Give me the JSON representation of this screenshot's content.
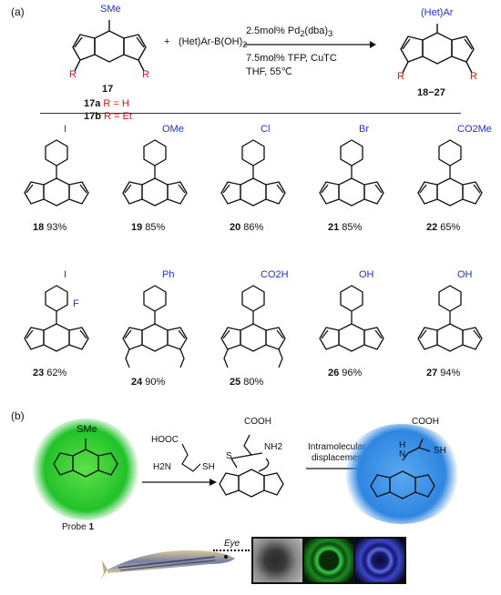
{
  "panel_a": {
    "label": "(a)",
    "start": {
      "substituent": "SMe",
      "r_label": "R",
      "number": "17",
      "variant_a_num": "17a",
      "variant_a_text": " R = H",
      "variant_b_num": "17b",
      "variant_b_text": " R = Et"
    },
    "plus": "+",
    "reagent": "(Het)Ar-B(OH)",
    "reagent_sub": "2",
    "conditions": {
      "line1_pre": "2.5mol% Pd",
      "line1_sub1": "2",
      "line1_mid": "(dba)",
      "line1_sub2": "3",
      "line2": "7.5mol% TFP, CuTC",
      "line3": "THF, 55℃"
    },
    "product": {
      "substituent": "(Het)Ar",
      "range": "18−27"
    },
    "products": [
      {
        "num": "18",
        "yield": " 93%",
        "sub": "I"
      },
      {
        "num": "19",
        "yield": " 85%",
        "sub": "OMe"
      },
      {
        "num": "20",
        "yield": " 86%",
        "sub": "Cl"
      },
      {
        "num": "21",
        "yield": " 85%",
        "sub": "Br"
      },
      {
        "num": "22",
        "yield": " 65%",
        "sub": "CO2Me"
      },
      {
        "num": "23",
        "yield": " 62%",
        "sub": "I",
        "sub2": "F"
      },
      {
        "num": "24",
        "yield": " 90%",
        "sub": "Ph"
      },
      {
        "num": "25",
        "yield": " 80%",
        "sub": "CO2H"
      },
      {
        "num": "26",
        "yield": " 96%",
        "sub": "OH"
      },
      {
        "num": "27",
        "yield": " 94%",
        "sub": "OH"
      }
    ]
  },
  "panel_b": {
    "label": "(b)",
    "probe_sub": "SMe",
    "probe_label": "Probe ",
    "probe_num": "1",
    "cys_cooh": "HOOC",
    "cys_nh2": "H2N",
    "cys_sh": "SH",
    "inter_cooh": "COOH",
    "inter_s": "S",
    "inter_nh2": "NH2",
    "arrow_note_1": "Intramolecular",
    "arrow_note_2": "displacement",
    "product_cooh": "COOH",
    "product_nh": "N",
    "product_h": "H",
    "product_sh": "SH",
    "eye_label": "Eye",
    "colors": {
      "green_glow": "#22c22a",
      "blue_glow": "#2f86e0",
      "accent": "#1c33d6",
      "red": "#e01010"
    }
  }
}
